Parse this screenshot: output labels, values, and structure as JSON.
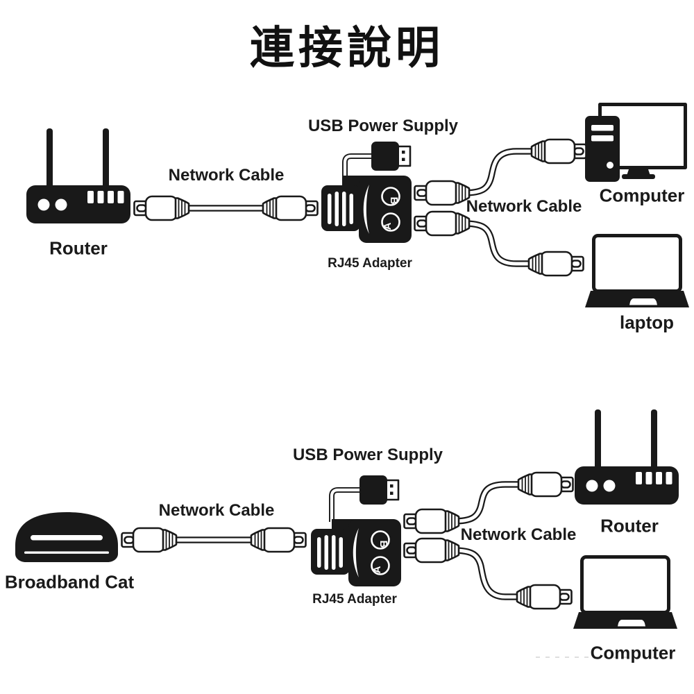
{
  "title": "連接說明",
  "colors": {
    "ink": "#191919",
    "paper": "#ffffff"
  },
  "diagrams": {
    "top": {
      "source_device": "Router",
      "cable_left_label": "Network Cable",
      "usb_label": "USB Power Supply",
      "adapter_label": "RJ45 Adapter",
      "cable_right_label": "Network Cable",
      "port_b": "B",
      "port_a": "A",
      "device_b": "Computer",
      "device_a": "laptop"
    },
    "bottom": {
      "source_device": "Broadband Cat",
      "cable_left_label": "Network Cable",
      "usb_label": "USB Power Supply",
      "adapter_label": "RJ45 Adapter",
      "cable_right_label": "Network Cable",
      "port_b": "B",
      "port_a": "A",
      "device_b": "Router",
      "device_a": "Computer"
    }
  }
}
